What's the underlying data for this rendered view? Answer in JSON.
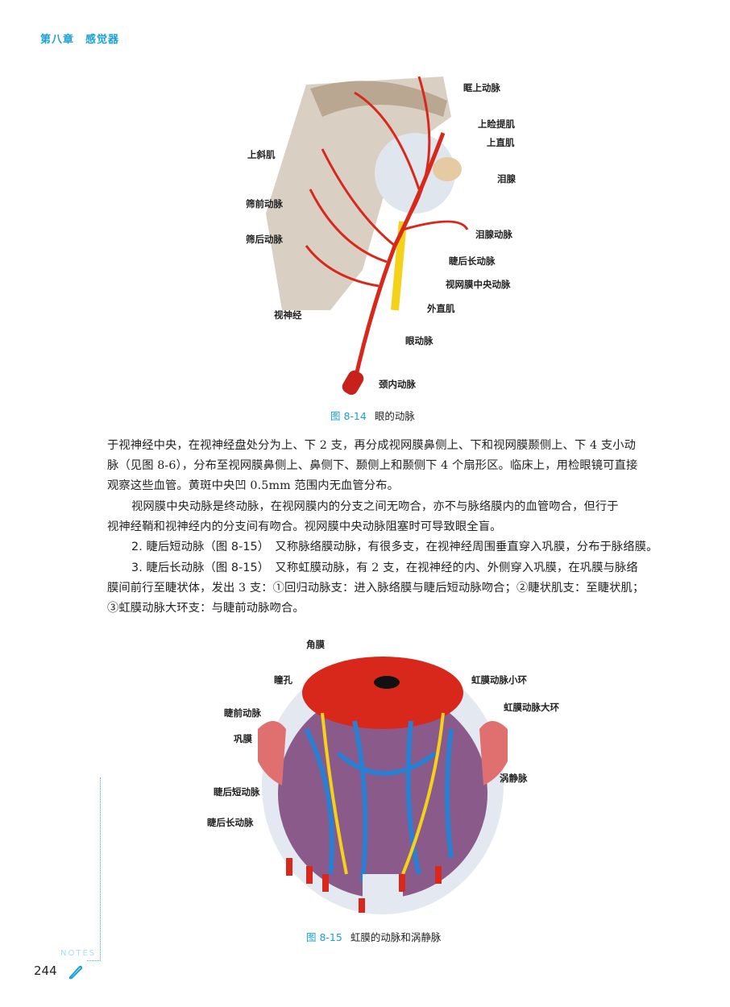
{
  "header": {
    "chapter": "第八章　感觉器"
  },
  "figure_14": {
    "number": "图 8-14",
    "title": "眼的动脉",
    "labels": [
      "眶上动脉",
      "上睑提肌",
      "上直肌",
      "泪腺",
      "泪腺动脉",
      "睫后长动脉",
      "视网膜中央动脉",
      "外直肌",
      "眼动脉",
      "颈内动脉",
      "上斜肌",
      "筛前动脉",
      "筛后动脉",
      "视神经"
    ]
  },
  "body": {
    "lines": [
      "于视神经中央，在视神经盘处分为上、下 2 支，再分成视网膜鼻侧上、下和视网膜颞侧上、下 4 支小动",
      "脉（见图 8-6），分布至视网膜鼻侧上、鼻侧下、颞侧上和颞侧下 4 个扇形区。临床上，用检眼镜可直接",
      "观察这些血管。黄斑中央凹 0.5mm 范围内无血管分布。"
    ],
    "p2": [
      "视网膜中央动脉是终动脉，在视网膜内的分支之间无吻合，亦不与脉络膜内的血管吻合，但行于",
      "视神经鞘和视神经内的分支间有吻合。视网膜中央动脉阻塞时可导致眼全盲。"
    ],
    "s2_heading": "2. 睫后短动脉（图 8-15）",
    "s2_text": "又称脉络膜动脉，有很多支，在视神经周围垂直穿入巩膜，分布于脉络膜。",
    "s3_heading": "3. 睫后长动脉（图 8-15）",
    "s3_text": "又称虹膜动脉，有 2 支，在视神经的内、外侧穿入巩膜，在巩膜与脉络",
    "s3_lines": [
      "膜间前行至睫状体，发出 3 支：①回归动脉支：进入脉络膜与睫后短动脉吻合；②睫状肌支：至睫状肌；",
      "③虹膜动脉大环支：与睫前动脉吻合。"
    ]
  },
  "figure_15": {
    "number": "图 8-15",
    "title": "虹膜的动脉和涡静脉",
    "labels": [
      "角膜",
      "瞳孔",
      "睫前动脉",
      "巩膜",
      "睫后短动脉",
      "睫后长动脉",
      "虹膜动脉小环",
      "虹膜动脉大环",
      "涡静脉"
    ]
  },
  "footer": {
    "notes": "NOTES",
    "page": "244"
  },
  "colors": {
    "accent": "#1aa0d8",
    "artery": "#d8281c",
    "vein": "#2a7fd0",
    "nerve": "#f5d21a"
  }
}
